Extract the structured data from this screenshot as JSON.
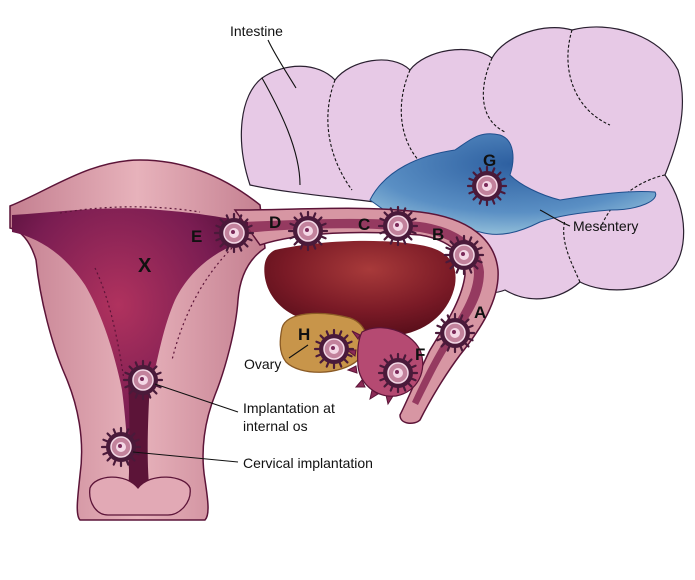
{
  "labels": {
    "intestine": "Intestine",
    "mesentery": "Mesentery",
    "ovary": "Ovary",
    "internal_os_line1": "Implantation at",
    "internal_os_line2": "internal os",
    "cervical": "Cervical implantation"
  },
  "sites": {
    "a": "A",
    "b": "B",
    "c": "C",
    "d": "D",
    "e": "E",
    "f": "F",
    "g": "G",
    "h": "H",
    "x": "X"
  },
  "colors": {
    "intestine": "#e7c9e6",
    "intestine_outline": "#2a2030",
    "mesentery": "#7fb6d2",
    "mesentery_dark": "#1f4f8e",
    "uterus_wall": "#d8a0ab",
    "uterus_dark": "#5c1438",
    "cavity": "#7a1d52",
    "tube": "#c98a98",
    "tube_lumen": "#8a2a55",
    "ovary": "#c8954a",
    "ovary_dark": "#8a5a25",
    "ovarian_cavity": "#6e1023",
    "embryo_outer": "#4a1a3a",
    "embryo_inner": "#f4d8e6"
  }
}
